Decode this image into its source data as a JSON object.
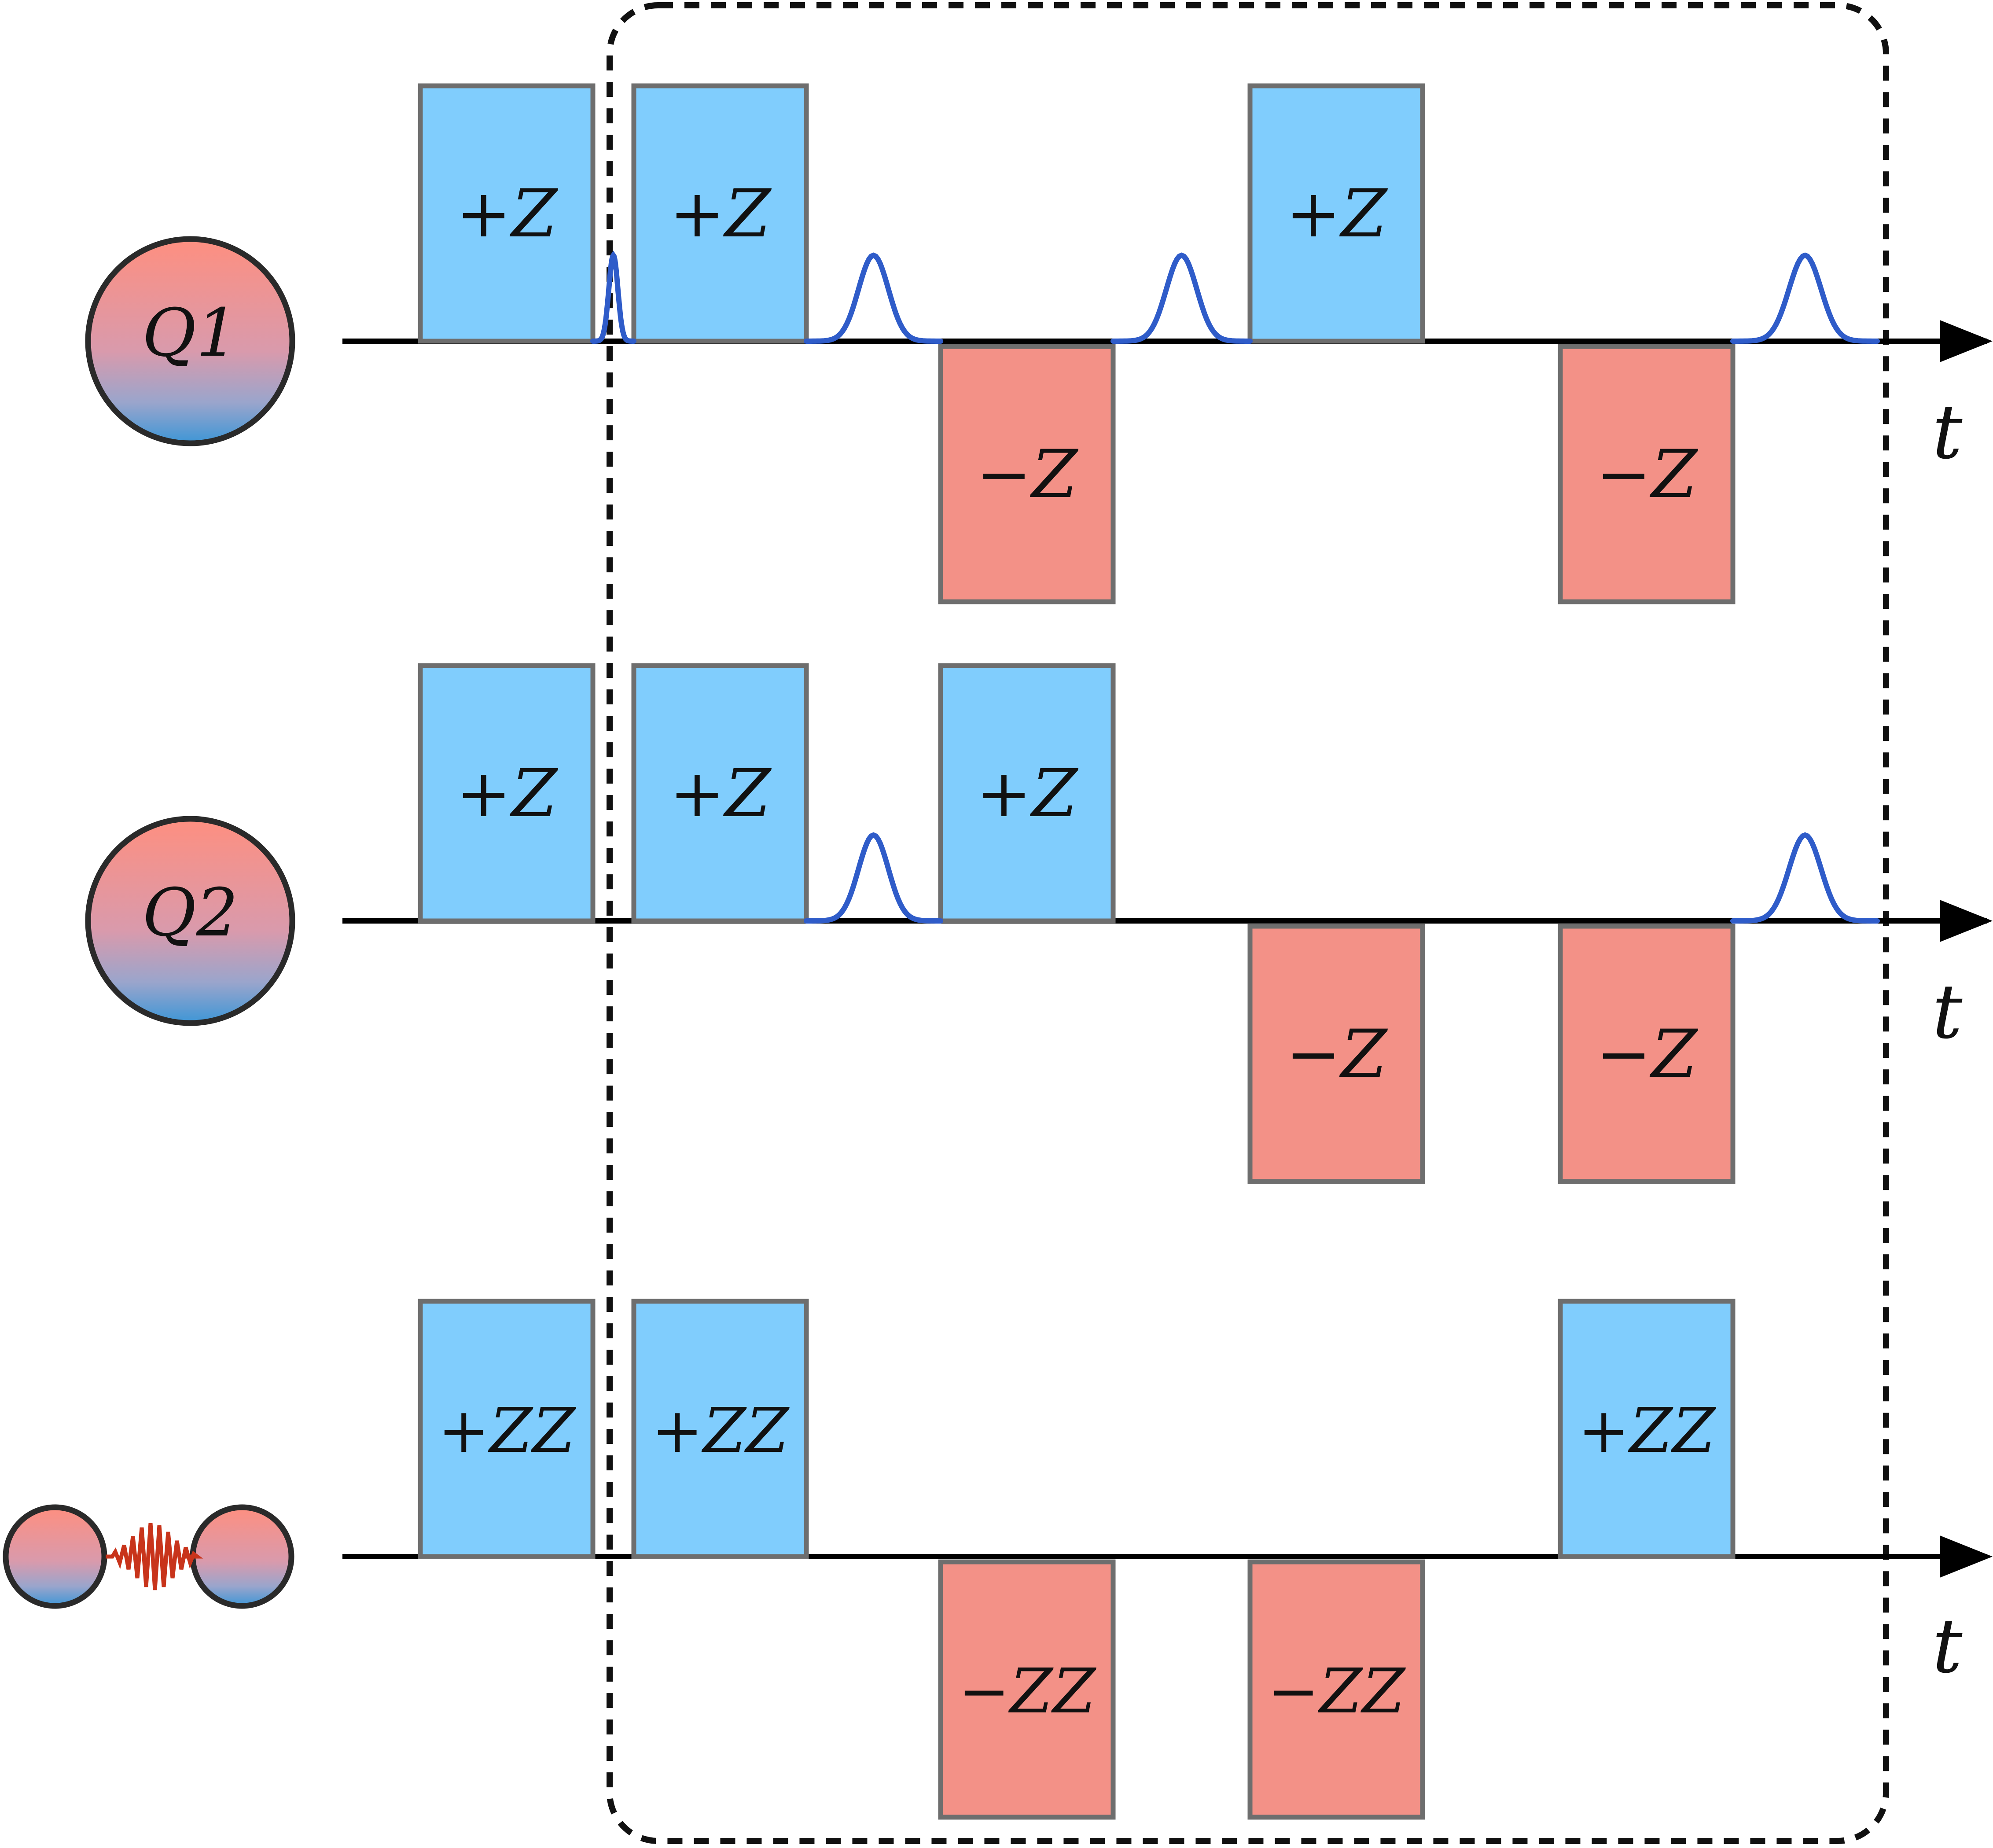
{
  "colors": {
    "positive_fill": "#80cdfd",
    "negative_fill": "#f39187",
    "pulse_stroke": "#2f5cc9",
    "axis": "#000000",
    "qubit_top": "#fe8f80",
    "qubit_bottom": "#3e96d6",
    "coupler_wave": "#c8341b"
  },
  "axis_label": "t",
  "rows": [
    {
      "id": "q1",
      "qubit_label": "Q1",
      "pulses": [
        {
          "label": "+Z",
          "sign": "positive",
          "slot": 0
        },
        {
          "label": "+Z",
          "sign": "positive",
          "slot": 1
        },
        {
          "label": "−Z",
          "sign": "negative",
          "slot": 2
        },
        {
          "label": "+Z",
          "sign": "positive",
          "slot": 3
        },
        {
          "label": "−Z",
          "sign": "negative",
          "slot": 4
        }
      ],
      "gaussian_pulses_after_slots": [
        1,
        2,
        3,
        4
      ]
    },
    {
      "id": "q2",
      "qubit_label": "Q2",
      "pulses": [
        {
          "label": "+Z",
          "sign": "positive",
          "slot": 0
        },
        {
          "label": "+Z",
          "sign": "positive",
          "slot": 1
        },
        {
          "label": "+Z",
          "sign": "positive",
          "slot": 2
        },
        {
          "label": "−Z",
          "sign": "negative",
          "slot": 3
        },
        {
          "label": "−Z",
          "sign": "negative",
          "slot": 4
        }
      ],
      "gaussian_pulses_after_slots": [
        2,
        4
      ]
    },
    {
      "id": "coupling",
      "qubit_label": "",
      "pulses": [
        {
          "label": "+ZZ",
          "sign": "positive",
          "slot": 0
        },
        {
          "label": "+ZZ",
          "sign": "positive",
          "slot": 1
        },
        {
          "label": "−ZZ",
          "sign": "negative",
          "slot": 2
        },
        {
          "label": "−ZZ",
          "sign": "negative",
          "slot": 3
        },
        {
          "label": "+ZZ",
          "sign": "positive",
          "slot": 4
        }
      ],
      "gaussian_pulses_after_slots": []
    }
  ]
}
